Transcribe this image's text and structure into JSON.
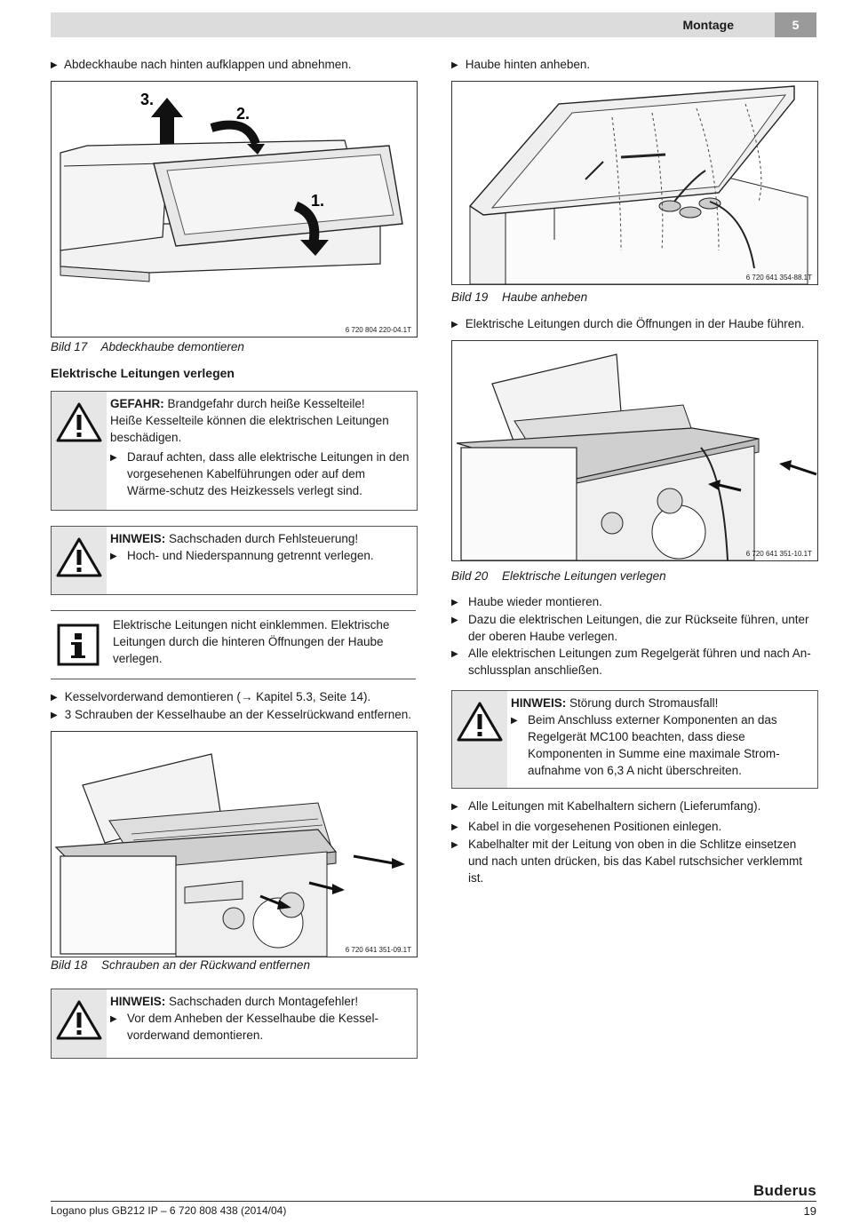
{
  "header": {
    "section": "Montage",
    "chapter": "5"
  },
  "left": {
    "step1": "Abdeckhaube nach hinten aufklappen und abnehmen.",
    "fig17": {
      "num": "Bild 17",
      "title": "Abdeckhaube demontieren",
      "code": "6 720 804 220-04.1T",
      "labels": [
        "3.",
        "2.",
        "1."
      ]
    },
    "subhead": "Elektrische Leitungen verlegen",
    "danger": {
      "label": "GEFAHR:",
      "text": "Brandgefahr durch heiße Kesselteile!",
      "body": "Heiße Kesselteile können die elektrischen Leitungen beschädigen.",
      "bullet": "Darauf achten, dass alle elektrische Leitungen in den vorgesehenen Kabelführungen oder auf dem Wärme-schutz des Heizkessels verlegt sind."
    },
    "notice1": {
      "label": "HINWEIS:",
      "text": "Sachschaden durch Fehlsteuerung!",
      "bullet": "Hoch- und Niederspannung getrennt verlegen."
    },
    "info": "Elektrische Leitungen nicht einklemmen. Elektrische Leitungen durch die hinteren Öffnungen der Haube verlegen.",
    "step2": "Kesselvorderwand demontieren (→ Kapitel 5.3, Seite 14).",
    "step3": "3 Schrauben der Kesselhaube an der Kesselrückwand entfernen.",
    "fig18": {
      "num": "Bild 18",
      "title": "Schrauben an der Rückwand entfernen",
      "code": "6 720 641 351-09.1T"
    },
    "notice2": {
      "label": "HINWEIS:",
      "text": "Sachschaden durch Montagefehler!",
      "bullet": "Vor dem Anheben der Kesselhaube die Kessel-vorderwand demontieren."
    }
  },
  "right": {
    "step1": "Haube hinten anheben.",
    "fig19": {
      "num": "Bild 19",
      "title": "Haube anheben",
      "code": "6 720 641 354-88.1T"
    },
    "step2": "Elektrische Leitungen durch die Öffnungen in der Haube führen.",
    "fig20": {
      "num": "Bild 20",
      "title": "Elektrische Leitungen verlegen",
      "code": "6 720 641 351-10.1T"
    },
    "steps": [
      "Haube wieder montieren.",
      "Dazu die elektrischen Leitungen, die zur Rückseite führen, unter der oberen Haube verlegen.",
      "Alle elektrischen Leitungen zum Regelgerät führen und nach An-schlussplan anschließen."
    ],
    "notice": {
      "label": "HINWEIS:",
      "text": "Störung durch Stromausfall!",
      "bullet": "Beim Anschluss externer Komponenten an das Regelgerät MC100 beachten, dass diese Komponenten in Summe eine maximale Strom-aufnahme von 6,3 A nicht überschreiten."
    },
    "steps2": [
      "Alle Leitungen mit Kabelhaltern sichern (Lieferumfang).",
      "Kabel in die vorgesehenen Positionen einlegen.",
      "Kabelhalter mit der Leitung von oben in die Schlitze einsetzen und nach unten drücken, bis das Kabel rutschsicher verklemmt ist."
    ]
  },
  "footer": {
    "left": "Logano plus GB212 IP – 6 720 808 438 (2014/04)",
    "page": "19",
    "brand": "Buderus"
  }
}
